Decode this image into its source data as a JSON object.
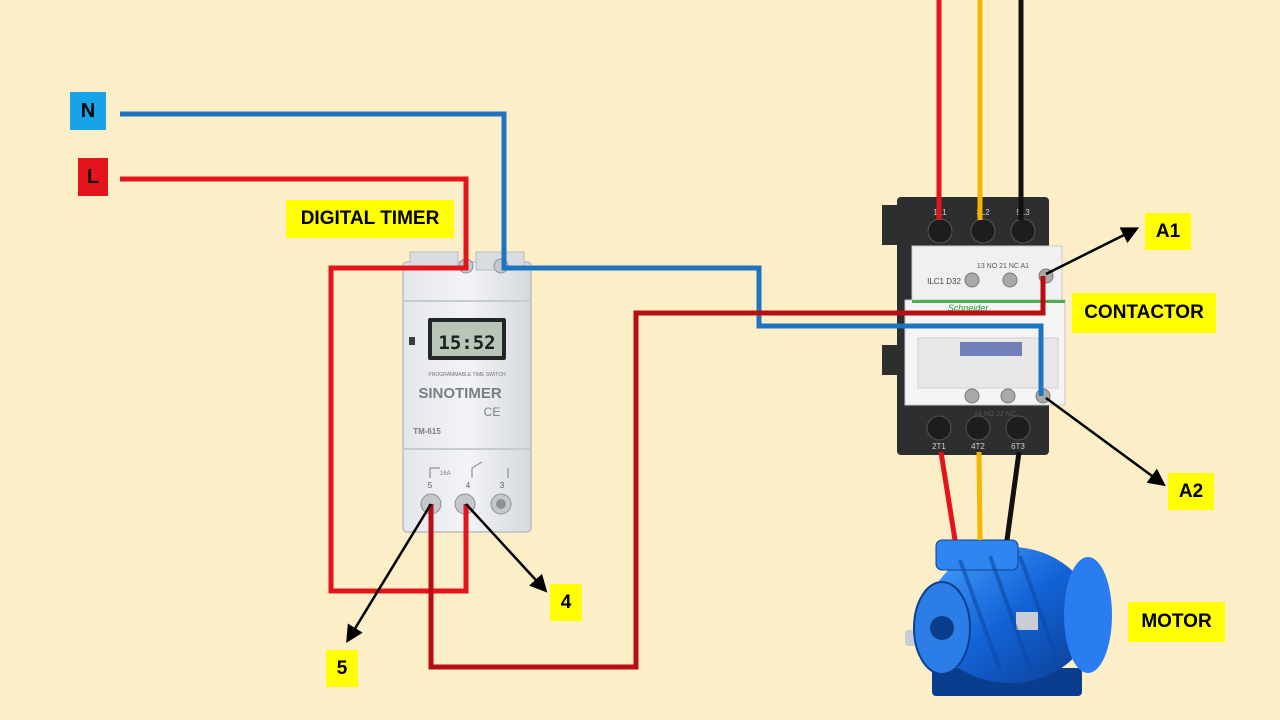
{
  "labels": {
    "n": "N",
    "l": "L",
    "digital_timer": "DIGITAL TIMER",
    "a1": "A1",
    "contactor": "CONTACTOR",
    "a2": "A2",
    "terminal_4": "4",
    "terminal_5": "5",
    "motor": "MOTOR"
  },
  "timer_device": {
    "display": "15:52",
    "line1": "PROGRAMMABLE TIME SWITCH",
    "brand": "SINOTIMER",
    "ce": "CE",
    "model": "TM-615",
    "rating": "16A",
    "term5": "5",
    "term4": "4",
    "term3": "3"
  },
  "contactor_device": {
    "top1": "1L1",
    "top2": "3L2",
    "top3": "5L3",
    "aux_top": "13 NO 21 NC A1",
    "model": "ILC1 D32",
    "brand": "Schneider",
    "aux_bottom": "14 NO 22 NC",
    "bot1": "2T1",
    "bot2": "4T2",
    "bot3": "6T3"
  },
  "colors": {
    "background": "#fcefc7",
    "neutral": "#1f74c2",
    "live": "#e3141b",
    "control": "#b80d12",
    "phase2": "#f4b400",
    "phase3": "#111111",
    "label_bg": "#ffff00",
    "n_tag": "#16a3e8",
    "l_tag": "#e3141b"
  }
}
